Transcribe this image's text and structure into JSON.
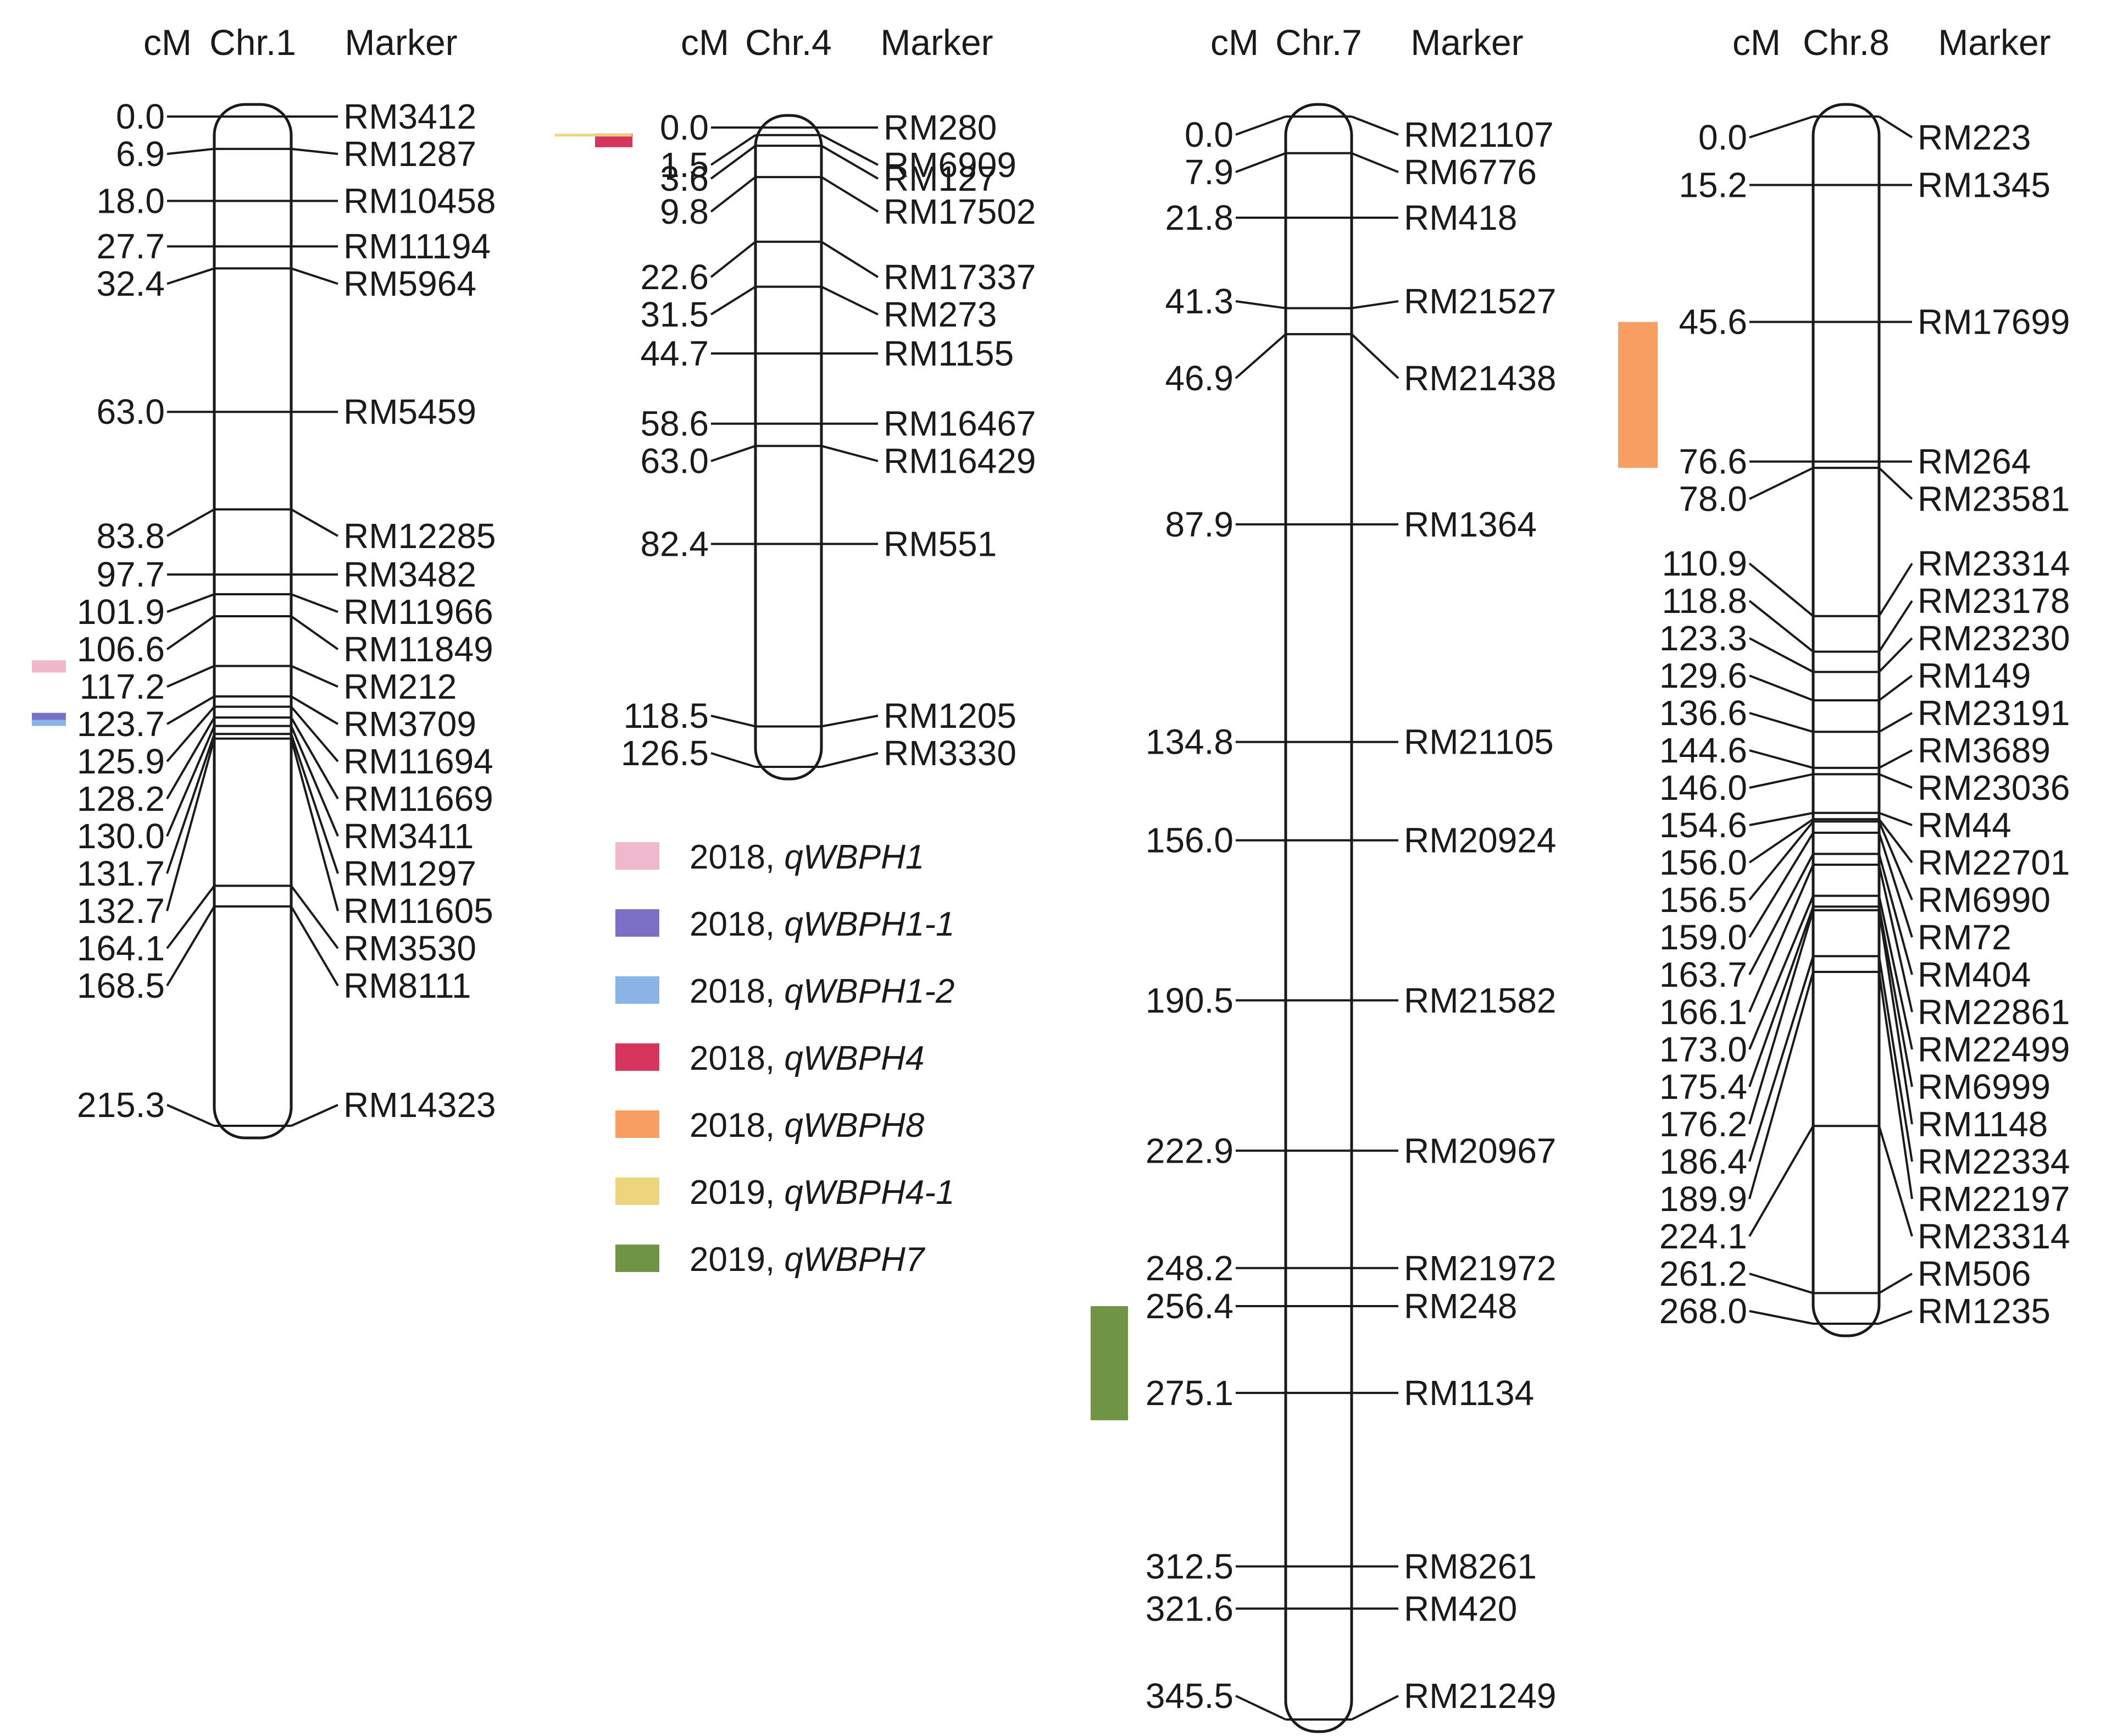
{
  "headers": {
    "cm": "cM",
    "marker": "Marker"
  },
  "chromosomes": [
    {
      "name": "Chr.1",
      "markers": [
        [
          "0.0",
          "RM3412"
        ],
        [
          "6.9",
          "RM1287"
        ],
        [
          "18.0",
          "RM10458"
        ],
        [
          "27.7",
          "RM11194"
        ],
        [
          "32.4",
          "RM5964"
        ],
        [
          "63.0",
          "RM5459"
        ],
        [
          "83.8",
          "RM12285"
        ],
        [
          "97.7",
          "RM3482"
        ],
        [
          "101.9",
          "RM11966"
        ],
        [
          "106.6",
          "RM11849"
        ],
        [
          "117.2",
          "RM212"
        ],
        [
          "123.7",
          "RM3709"
        ],
        [
          "125.9",
          "RM11694"
        ],
        [
          "128.2",
          "RM11669"
        ],
        [
          "130.0",
          "RM3411"
        ],
        [
          "131.7",
          "RM1297"
        ],
        [
          "132.7",
          "RM11605"
        ],
        [
          "164.1",
          "RM3530"
        ],
        [
          "168.5",
          "RM8111"
        ],
        [
          "215.3",
          "RM14323"
        ]
      ]
    },
    {
      "name": "Chr.4",
      "markers": [
        [
          "0.0",
          "RM280"
        ],
        [
          "1.5",
          "RM6909"
        ],
        [
          "3.6",
          "RM127"
        ],
        [
          "9.8",
          "RM17502"
        ],
        [
          "22.6",
          "RM17337"
        ],
        [
          "31.5",
          "RM273"
        ],
        [
          "44.7",
          "RM1155"
        ],
        [
          "58.6",
          "RM16467"
        ],
        [
          "63.0",
          "RM16429"
        ],
        [
          "82.4",
          "RM551"
        ],
        [
          "118.5",
          "RM1205"
        ],
        [
          "126.5",
          "RM3330"
        ]
      ]
    },
    {
      "name": "Chr.7",
      "markers": [
        [
          "0.0",
          "RM21107"
        ],
        [
          "7.9",
          "RM6776"
        ],
        [
          "21.8",
          "RM418"
        ],
        [
          "41.3",
          "RM21527"
        ],
        [
          "46.9",
          "RM21438"
        ],
        [
          "87.9",
          "RM1364"
        ],
        [
          "134.8",
          "RM21105"
        ],
        [
          "156.0",
          "RM20924"
        ],
        [
          "190.5",
          "RM21582"
        ],
        [
          "222.9",
          "RM20967"
        ],
        [
          "248.2",
          "RM21972"
        ],
        [
          "256.4",
          "RM248"
        ],
        [
          "275.1",
          "RM1134"
        ],
        [
          "312.5",
          "RM8261"
        ],
        [
          "321.6",
          "RM420"
        ],
        [
          "345.5",
          "RM21249"
        ]
      ]
    },
    {
      "name": "Chr.8",
      "markers": [
        [
          "0.0",
          "RM223"
        ],
        [
          "15.2",
          "RM1345"
        ],
        [
          "45.6",
          "RM17699"
        ],
        [
          "76.6",
          "RM264"
        ],
        [
          "78.0",
          "RM23581"
        ],
        [
          "110.9",
          "RM23314"
        ],
        [
          "118.8",
          "RM23178"
        ],
        [
          "123.3",
          "RM23230"
        ],
        [
          "129.6",
          "RM149"
        ],
        [
          "136.6",
          "RM23191"
        ],
        [
          "144.6",
          "RM3689"
        ],
        [
          "146.0",
          "RM23036"
        ],
        [
          "154.6",
          "RM44"
        ],
        [
          "156.0",
          "RM22701"
        ],
        [
          "156.5",
          "RM6990"
        ],
        [
          "159.0",
          "RM72"
        ],
        [
          "163.7",
          "RM404"
        ],
        [
          "166.1",
          "RM22861"
        ],
        [
          "173.0",
          "RM22499"
        ],
        [
          "175.4",
          "RM6999"
        ],
        [
          "176.2",
          "RM1148"
        ],
        [
          "186.4",
          "RM22334"
        ],
        [
          "189.9",
          "RM22197"
        ],
        [
          "224.1",
          "RM23314"
        ],
        [
          "261.2",
          "RM506"
        ],
        [
          "268.0",
          "RM1235"
        ]
      ]
    }
  ],
  "qtls": [
    {
      "chromosome": "Chr.1",
      "name": "qWBPH1",
      "year": "2018",
      "color": "#f0b8cc",
      "from_cm": 116.0,
      "to_cm": 118.6
    },
    {
      "chromosome": "Chr.1",
      "name": "qWBPH1-1",
      "year": "2018",
      "color": "#7b6fc6",
      "from_cm": 127.2,
      "to_cm": 128.7
    },
    {
      "chromosome": "Chr.1",
      "name": "qWBPH1-2",
      "year": "2018",
      "color": "#8ab4e6",
      "from_cm": 128.7,
      "to_cm": 130.0
    },
    {
      "chromosome": "Chr.4",
      "name": "qWBPH4",
      "year": "2018",
      "color": "#d6355d",
      "from_cm": 1.2,
      "to_cm": 3.9
    },
    {
      "chromosome": "Chr.8",
      "name": "qWBPH8",
      "year": "2018",
      "color": "#f79f62",
      "from_cm": 45.6,
      "to_cm": 78.0
    },
    {
      "chromosome": "Chr.4",
      "name": "qWBPH4-1",
      "year": "2019",
      "color": "#ecd57c",
      "from_cm": 1.4,
      "to_cm": 1.7
    },
    {
      "chromosome": "Chr.7",
      "name": "qWBPH7",
      "year": "2019",
      "color": "#6f9446",
      "from_cm": 256.4,
      "to_cm": 281.0
    }
  ],
  "legend": [
    {
      "text": "2018, ",
      "name": "qWBPH1",
      "color": "#f0b8cc"
    },
    {
      "text": "2018, ",
      "name": "qWBPH1-1",
      "color": "#7b6fc6"
    },
    {
      "text": "2018, ",
      "name": "qWBPH1-2",
      "color": "#8ab4e6"
    },
    {
      "text": "2018, ",
      "name": "qWBPH4",
      "color": "#d6355d"
    },
    {
      "text": "2018, ",
      "name": "qWBPH8",
      "color": "#f79f62"
    },
    {
      "text": "2019, ",
      "name": "qWBPH4-1",
      "color": "#ecd57c"
    },
    {
      "text": "2019, ",
      "name": "qWBPH7",
      "color": "#6f9446"
    }
  ]
}
